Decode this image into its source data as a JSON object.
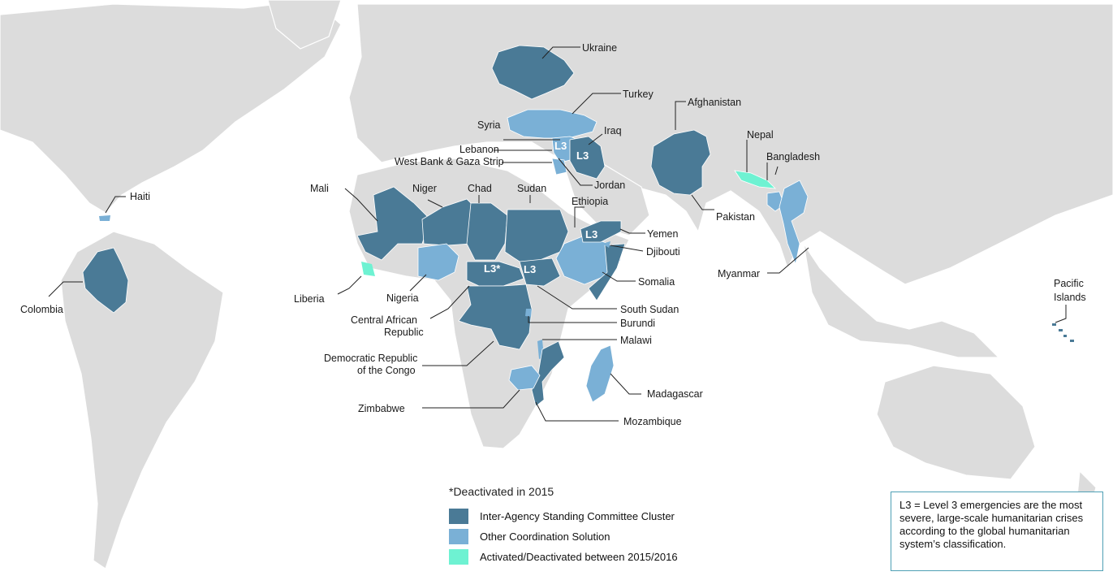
{
  "colors": {
    "iasc_cluster": "#4a7a96",
    "other_coordination": "#7ab0d6",
    "activated_deactivated": "#6ef2d2",
    "land": "#dcdcdc"
  },
  "countries": {
    "ukraine": "Ukraine",
    "turkey": "Turkey",
    "afghanistan": "Afghanistan",
    "syria": "Syria",
    "iraq": "Iraq",
    "nepal": "Nepal",
    "lebanon": "Lebanon",
    "west_bank": "West Bank & Gaza Strip",
    "bangladesh": "Bangladesh",
    "jordan": "Jordan",
    "mali": "Mali",
    "niger": "Niger",
    "chad": "Chad",
    "sudan": "Sudan",
    "ethiopia": "Ethiopia",
    "haiti": "Haiti",
    "pakistan": "Pakistan",
    "yemen": "Yemen",
    "djibouti": "Djibouti",
    "myanmar": "Myanmar",
    "nigeria": "Nigeria",
    "somalia": "Somalia",
    "liberia": "Liberia",
    "colombia": "Colombia",
    "south_sudan": "South Sudan",
    "car_line1": "Central African",
    "car_line2": "Republic",
    "burundi": "Burundi",
    "malawi": "Malawi",
    "drc_line1": "Democratic Republic",
    "drc_line2": "of the Congo",
    "madagascar": "Madagascar",
    "zimbabwe": "Zimbabwe",
    "mozambique": "Mozambique",
    "pacific_line1": "Pacific",
    "pacific_line2": "Islands"
  },
  "badges": {
    "syria": "L3",
    "iraq": "L3",
    "yemen": "L3",
    "car": "L3*",
    "south_sudan": "L3"
  },
  "legend": {
    "note": "*Deactivated in 2015",
    "items": [
      {
        "label": "Inter-Agency Standing Committee Cluster",
        "color": "#4a7a96"
      },
      {
        "label": "Other Coordination Solution",
        "color": "#7ab0d6"
      },
      {
        "label": "Activated/Deactivated between 2015/2016",
        "color": "#6ef2d2"
      }
    ]
  },
  "info_box": {
    "text": "L3 = Level 3 emergencies are the most severe, large-scale humanitarian crises according to the global humanitarian system’s classification."
  }
}
